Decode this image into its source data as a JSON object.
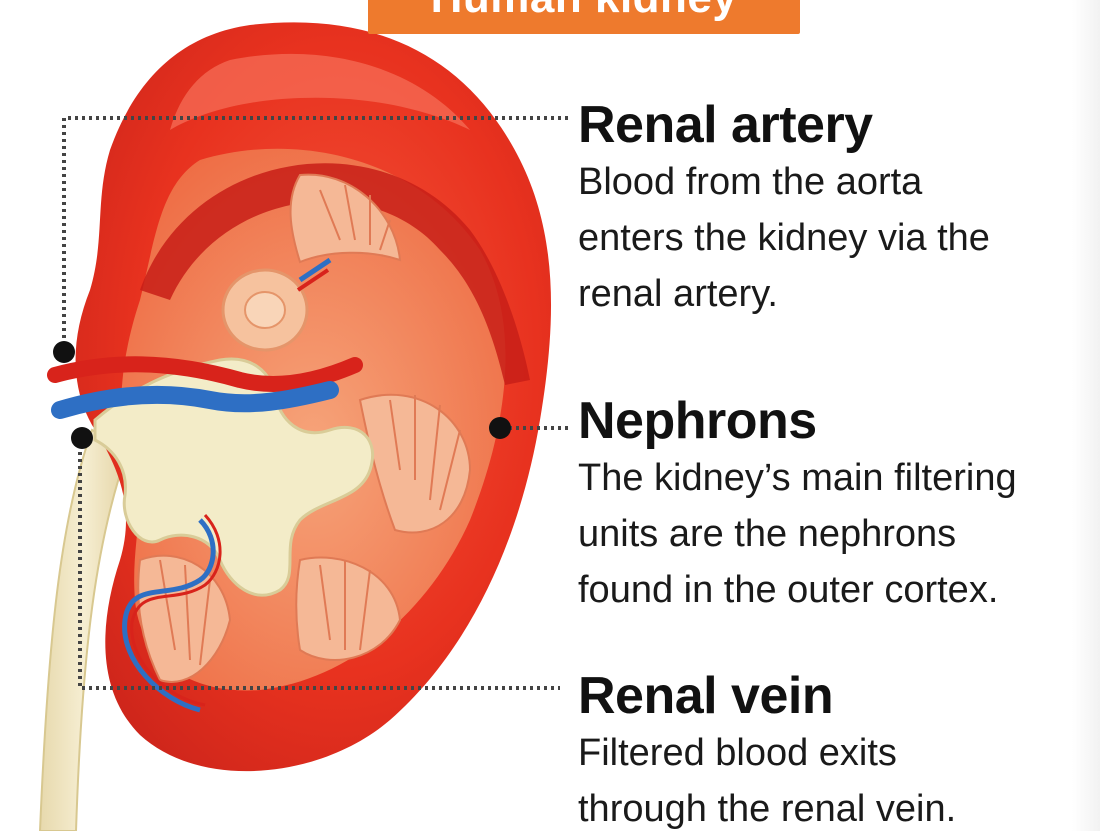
{
  "header": {
    "title": "Human kidney"
  },
  "callouts": {
    "renal_artery": {
      "title": "Renal artery",
      "lines": [
        "Blood from the aorta",
        "enters the kidney via the",
        "renal artery."
      ]
    },
    "nephrons": {
      "title": "Nephrons",
      "lines": [
        "The kidney’s main filtering",
        "units are the nephrons",
        "found in the outer cortex."
      ]
    },
    "renal_vein": {
      "title": "Renal vein",
      "lines": [
        "Filtered blood exits",
        "through the renal vein."
      ]
    }
  },
  "colors": {
    "banner": "#ee7a2d",
    "kidney_outer": "#e8321f",
    "kidney_inner": "#f07a4a",
    "pelvis": "#f3ecc8",
    "ureter": "#efe3bc",
    "vein": "#2e6fc4",
    "artery": "#d8231b",
    "leader_line": "#444444"
  }
}
